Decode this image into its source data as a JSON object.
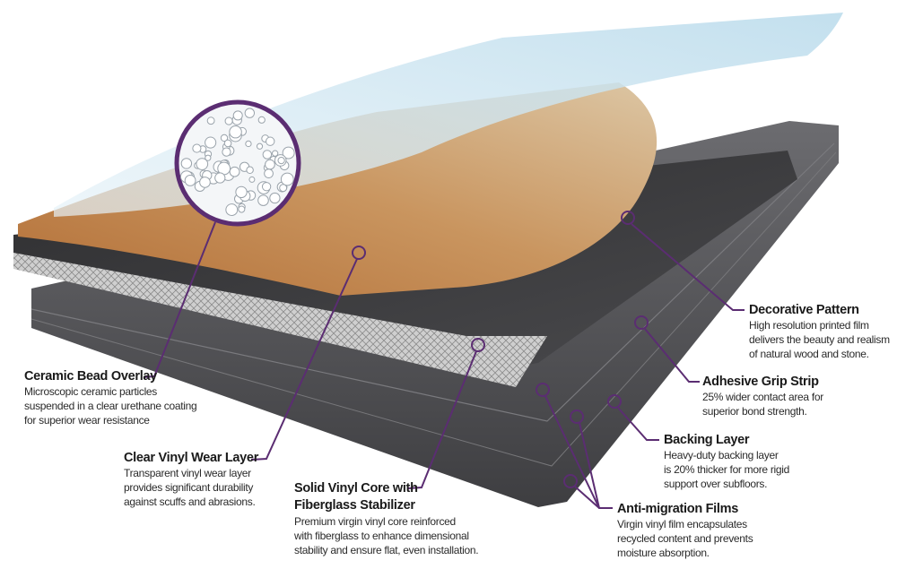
{
  "colors": {
    "leader": "#5b2d72",
    "wood": "#b97c46",
    "core": "#3b3b3d",
    "backing": "#5d5d60",
    "clear_layer": "#cfe6f2"
  },
  "callouts": [
    {
      "title": "Ceramic Bead Overlay",
      "description": "Microscopic ceramic particles\nsuspended in a clear urethane coating\nfor superior wear resistance"
    },
    {
      "title": "Clear Vinyl Wear Layer",
      "description": "Transparent vinyl wear layer\nprovides significant durability\nagainst scuffs and abrasions."
    },
    {
      "title": "Solid Vinyl Core with\nFiberglass Stabilizer",
      "description": "Premium virgin vinyl core reinforced\nwith fiberglass to enhance dimensional\nstability and ensure flat, even installation."
    },
    {
      "title": "Decorative Pattern",
      "description": "High resolution printed film\ndelivers the beauty and realism\nof natural wood and stone."
    },
    {
      "title": "Adhesive Grip Strip",
      "description": "25% wider contact area for\nsuperior bond strength."
    },
    {
      "title": "Backing Layer",
      "description": "Heavy-duty backing layer\nis 20% thicker for more rigid\nsupport over subfloors."
    },
    {
      "title": "Anti-migration Films",
      "description": "Virgin vinyl film encapsulates\nrecycled content and prevents\nmoisture absorption."
    }
  ]
}
